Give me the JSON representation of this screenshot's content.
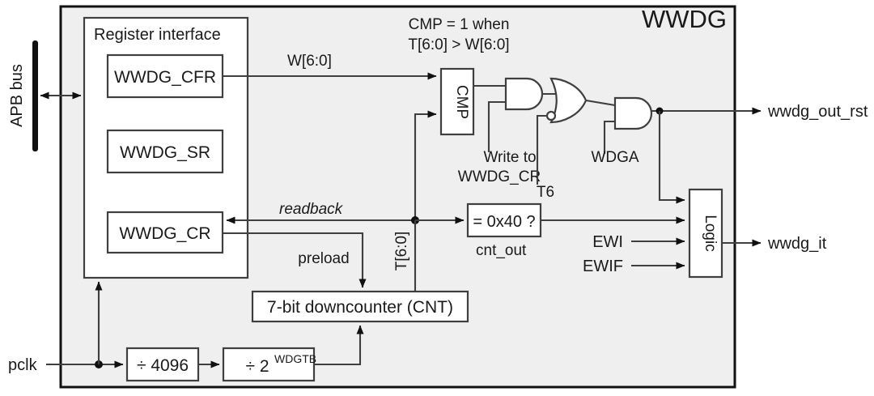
{
  "diagram": {
    "title": "WWDG",
    "background_color": "#efefef",
    "line_color": "#3f3f3f",
    "text_color": "#1a1a1a"
  },
  "external": {
    "apb_bus_label": "APB bus",
    "pclk_label": "pclk",
    "output_rst": "wwdg_out_rst",
    "output_it": "wwdg_it"
  },
  "register_interface": {
    "title": "Register interface",
    "registers": [
      {
        "name": "WWDG_CFR"
      },
      {
        "name": "WWDG_SR"
      },
      {
        "name": "WWDG_CR"
      }
    ]
  },
  "blocks": {
    "cmp": "CMP",
    "compare_const": "= 0x40 ?",
    "downcounter": "7-bit downcounter (CNT)",
    "prescaler1": "÷ 4096",
    "prescaler2_base": "÷ 2",
    "prescaler2_exp": "WDGTB",
    "logic": "Logic"
  },
  "signals": {
    "w_bus": "W[6:0]",
    "t_bus": "T[6:0]",
    "readback": "readback",
    "preload": "preload",
    "cnt_out": "cnt_out",
    "write_to_line1": "Write to",
    "write_to_line2": "WWDG_CR",
    "t6": "T6",
    "wdga": "WDGA",
    "ewi": "EWI",
    "ewif": "EWIF"
  },
  "notes": {
    "cmp_note_line1": "CMP = 1 when",
    "cmp_note_line2": "T[6:0] > W[6:0]"
  },
  "gates": [
    {
      "id": "and1",
      "type": "AND",
      "inputs": 2
    },
    {
      "id": "or1",
      "type": "OR",
      "inputs": 2,
      "inverted_input": "bottom"
    },
    {
      "id": "and2",
      "type": "AND",
      "inputs": 2
    }
  ]
}
